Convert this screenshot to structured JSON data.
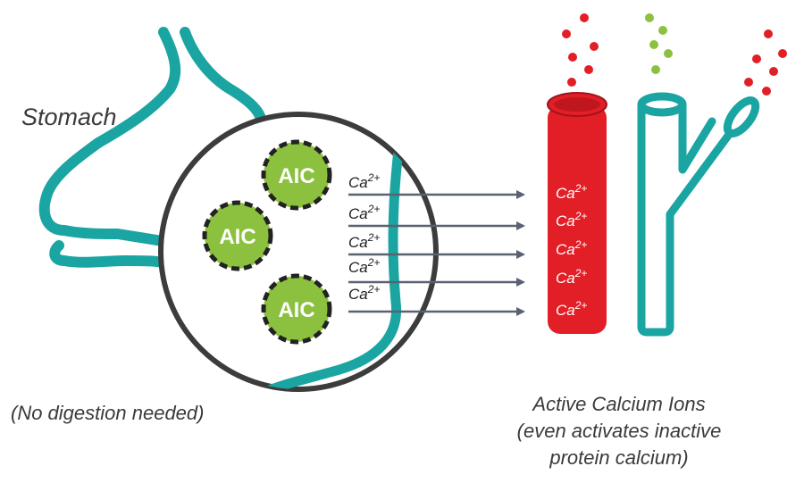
{
  "labels": {
    "stomach": "Stomach",
    "no_digestion": "(No digestion needed)",
    "active_line1": "Active Calcium Ions",
    "active_line2": "(even activates inactive",
    "active_line3": "protein calcium)"
  },
  "particles": {
    "aic_label": "AIC",
    "ion_symbol": "Ca",
    "ion_charge": "2+"
  },
  "colors": {
    "teal": "#1aa5a2",
    "red": "#e21e26",
    "green": "#8cc140",
    "dark": "#3c3c3c",
    "arrow": "#5a6170"
  }
}
